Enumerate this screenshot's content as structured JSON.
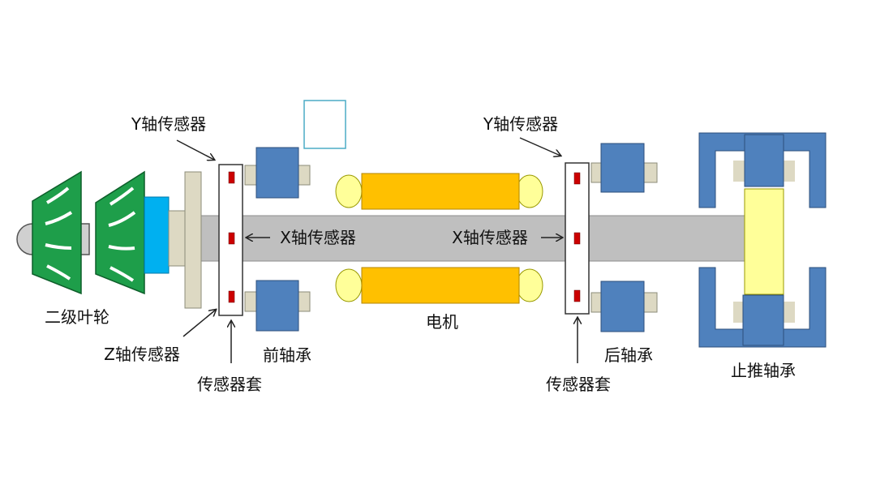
{
  "labels": {
    "impeller": "二级叶轮",
    "y_sensor_front": "Y轴传感器",
    "y_sensor_rear": "Y轴传感器",
    "x_sensor_front": "X轴传感器",
    "x_sensor_rear": "X轴传感器",
    "z_sensor": "Z轴传感器",
    "sleeve_front": "传感器套",
    "sleeve_rear": "传感器套",
    "front_bearing": "前轴承",
    "rear_bearing": "后轴承",
    "motor": "电机",
    "thrust_bearing": "止推轴承"
  },
  "colors": {
    "shaft": "#bfbfbf",
    "impeller": "#1e9e4a",
    "hub": "#00b0f0",
    "bearing_block": "#4f81bd",
    "bearing_pad": "#ddd9c3",
    "motor_coil": "#ffc000",
    "motor_end": "#ffff99",
    "thrust_yellow": "#ffff99",
    "sensor_dot": "#cc0000",
    "outline": "#333333"
  }
}
